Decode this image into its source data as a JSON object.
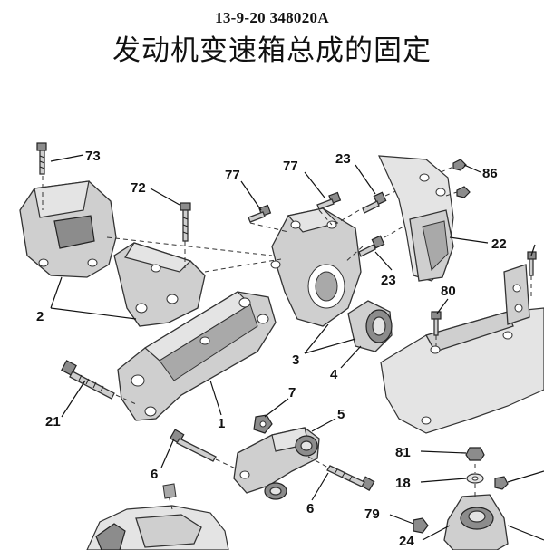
{
  "header": {
    "code": "13-9-20 348020A",
    "title": "发动机变速箱总成的固定"
  },
  "callouts": {
    "c73": "73",
    "c72": "72",
    "c77a": "77",
    "c77b": "77",
    "c23a": "23",
    "c23b": "23",
    "c86": "86",
    "c22": "22",
    "c2": "2",
    "c80": "80",
    "c3": "3",
    "c4": "4",
    "c21": "21",
    "c1": "1",
    "c7": "7",
    "c5": "5",
    "c6a": "6",
    "c6b": "6",
    "c81": "81",
    "c18": "18",
    "c79": "79",
    "c24": "24"
  }
}
